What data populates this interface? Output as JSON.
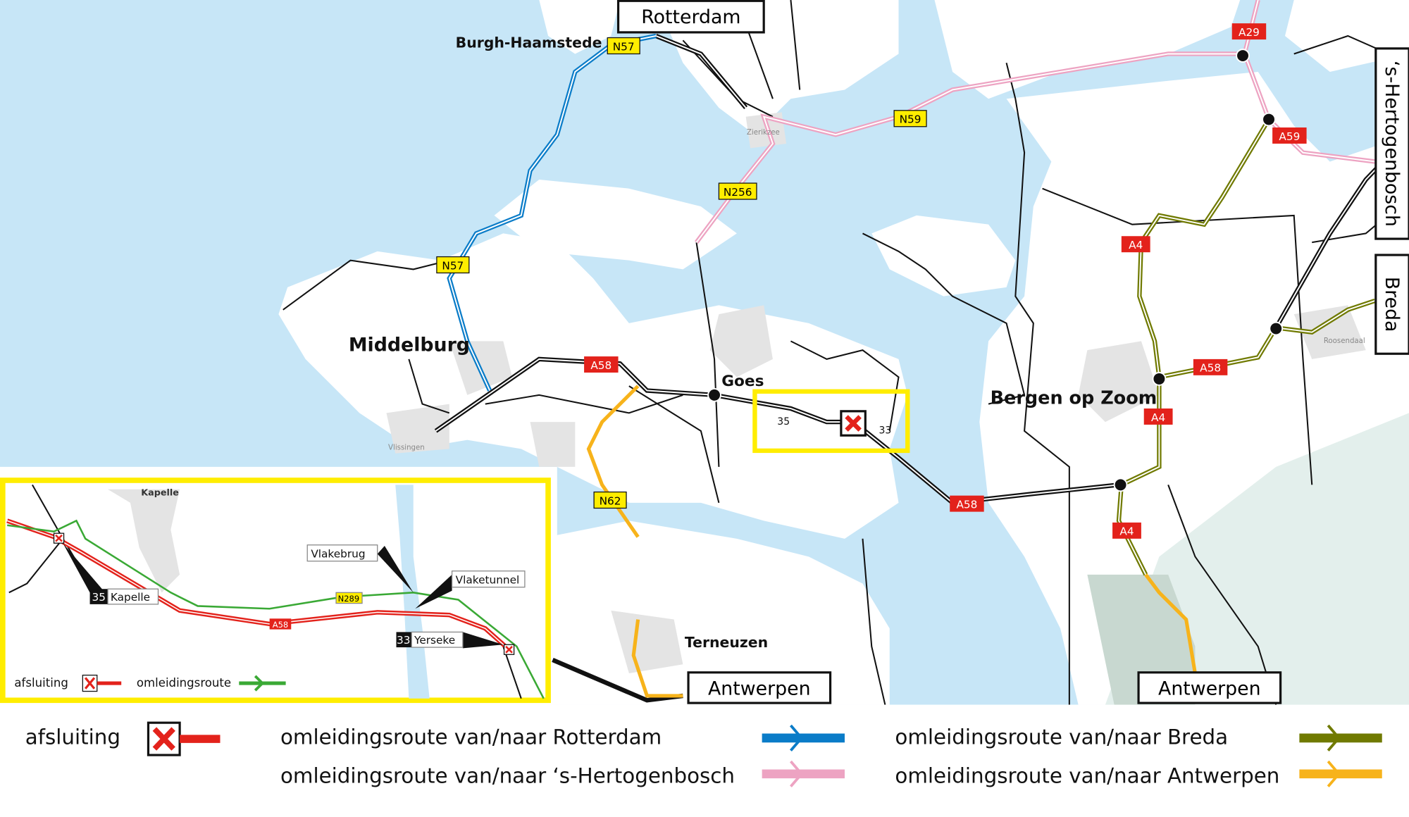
{
  "cities": {
    "middelburg": "Middelburg",
    "goes": "Goes",
    "bergen_op_zoom": "Bergen op Zoom",
    "terneuzen": "Terneuzen",
    "burgh_haamstede": "Burgh-Haamstede",
    "zierikzee": "Zierikzee",
    "vlissingen": "Vlissingen",
    "roosendaal": "Roosendaal"
  },
  "destinations": {
    "rotterdam": "Rotterdam",
    "hertogenbosch": "‘s-Hertogenbosch",
    "breda": "Breda",
    "antwerpen_west": "Antwerpen",
    "antwerpen_east": "Antwerpen"
  },
  "shields": {
    "n57_north": "N57",
    "n57_south": "N57",
    "n59": "N59",
    "n256": "N256",
    "n62": "N62",
    "a58_west": "A58",
    "a58_south": "A58",
    "a58_east": "A58",
    "a4_north": "A4",
    "a4_mid": "A4",
    "a4_south": "A4",
    "a29": "A29",
    "a59": "A59"
  },
  "exits": {
    "exit_35": "35",
    "exit_33": "33"
  },
  "inset": {
    "town": "Kapelle",
    "vlakebrug": "Vlakebrug",
    "vlaketunnel": "Vlaketunnel",
    "exit_35_num": "35",
    "exit_35_name": "Kapelle",
    "exit_33_num": "33",
    "exit_33_name": "Yerseke",
    "n289": "N289",
    "a58": "A58",
    "legend_closure": "afsluiting",
    "legend_detour": "omleidingsroute"
  },
  "legend": {
    "closure": "afsluiting",
    "rotterdam": "omleidingsroute van/naar Rotterdam",
    "hertogenbosch": "omleidingsroute van/naar ‘s-Hertogenbosch",
    "breda": "omleidingsroute van/naar Breda",
    "antwerpen": "omleidingsroute van/naar Antwerpen"
  },
  "colors": {
    "water": "#c7e6f7",
    "closure": "#e3221b",
    "rotterdam": "#0a7cc8",
    "hertogenbosch": "#eda3c2",
    "breda": "#707a00",
    "antwerpen": "#f7b31b",
    "highlight": "#ffed00",
    "detour_inset": "#3aa935"
  }
}
